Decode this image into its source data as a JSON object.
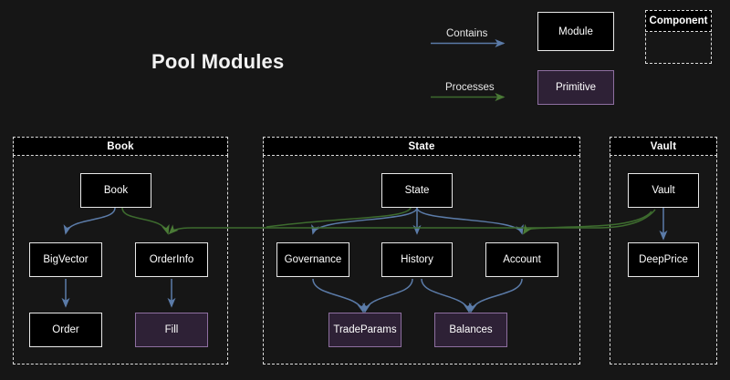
{
  "title": "Pool Modules",
  "theme": {
    "background": "#161616",
    "module_fill": "#000000",
    "module_stroke": "#e9e9e9",
    "primitive_fill": "#2e2136",
    "primitive_stroke": "#8e6fa0",
    "container_stroke": "#dcdcdc",
    "contains_edge": "#5b7ba8",
    "processes_edge": "#3d6b2e",
    "text": "#ffffff"
  },
  "legend": {
    "contains_label": "Contains",
    "processes_label": "Processes",
    "module_label": "Module",
    "primitive_label": "Primitive",
    "component_label": "Component"
  },
  "containers": [
    {
      "id": "book",
      "title": "Book",
      "nodes": [
        {
          "id": "book-node",
          "label": "Book",
          "type": "module"
        },
        {
          "id": "bigvector",
          "label": "BigVector",
          "type": "module"
        },
        {
          "id": "orderinfo",
          "label": "OrderInfo",
          "type": "module"
        },
        {
          "id": "order",
          "label": "Order",
          "type": "module"
        },
        {
          "id": "fill",
          "label": "Fill",
          "type": "primitive"
        }
      ]
    },
    {
      "id": "state",
      "title": "State",
      "nodes": [
        {
          "id": "state-node",
          "label": "State",
          "type": "module"
        },
        {
          "id": "governance",
          "label": "Governance",
          "type": "module"
        },
        {
          "id": "history",
          "label": "History",
          "type": "module"
        },
        {
          "id": "account",
          "label": "Account",
          "type": "module"
        },
        {
          "id": "tradeparams",
          "label": "TradeParams",
          "type": "primitive"
        },
        {
          "id": "balances",
          "label": "Balances",
          "type": "primitive"
        }
      ]
    },
    {
      "id": "vault",
      "title": "Vault",
      "nodes": [
        {
          "id": "vault-node",
          "label": "Vault",
          "type": "module"
        },
        {
          "id": "deepprice",
          "label": "DeepPrice",
          "type": "module"
        }
      ]
    }
  ],
  "edges": [
    {
      "from": "book-node",
      "to": "bigvector",
      "kind": "contains"
    },
    {
      "from": "bigvector",
      "to": "order",
      "kind": "contains"
    },
    {
      "from": "orderinfo",
      "to": "fill",
      "kind": "contains"
    },
    {
      "from": "state-node",
      "to": "governance",
      "kind": "contains"
    },
    {
      "from": "state-node",
      "to": "history",
      "kind": "contains"
    },
    {
      "from": "state-node",
      "to": "account",
      "kind": "contains"
    },
    {
      "from": "governance",
      "to": "tradeparams",
      "kind": "contains"
    },
    {
      "from": "history",
      "to": "tradeparams",
      "kind": "contains"
    },
    {
      "from": "history",
      "to": "balances",
      "kind": "contains"
    },
    {
      "from": "account",
      "to": "balances",
      "kind": "contains"
    },
    {
      "from": "vault-node",
      "to": "deepprice",
      "kind": "contains"
    },
    {
      "from": "book-node",
      "to": "orderinfo",
      "kind": "processes"
    },
    {
      "from": "vault-node",
      "to": "orderinfo",
      "kind": "processes"
    },
    {
      "from": "state-node",
      "to": "account",
      "kind": "processes"
    },
    {
      "from": "vault-node",
      "to": "account",
      "kind": "processes"
    }
  ]
}
